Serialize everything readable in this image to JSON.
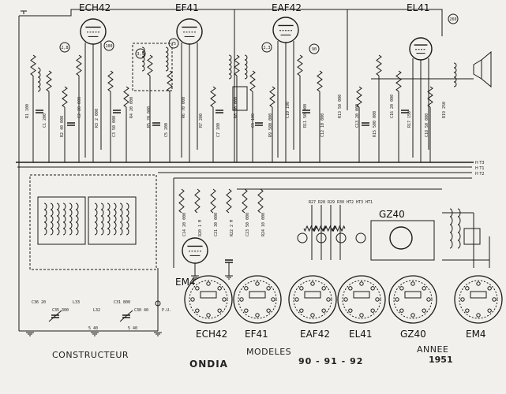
{
  "tubes_top": [
    "ECH42",
    "EF41",
    "EAF42",
    "EL41"
  ],
  "tubes_mid": [
    "GZ40",
    "EM4"
  ],
  "sockets": [
    "ECH42",
    "EF41",
    "EAF42",
    "EL41",
    "GZ40",
    "EM4"
  ],
  "circle_labels": [
    "2,8",
    "100",
    "3,5",
    "75",
    "2,3",
    "90",
    "260"
  ],
  "rails": [
    "H T3",
    "H T1",
    "H T2"
  ],
  "pu_label": "P.U.",
  "components": {
    "top_left": [
      "R1 100",
      "C1 200",
      "R2 40 000",
      "C2 20 000",
      "R3 2 000",
      "C3 50 000",
      "R4 20 000"
    ],
    "top_mid": [
      "R5 20 000",
      "C5 200",
      "R6 70 000",
      "R7 200",
      "C7 100",
      "R8 50 000"
    ],
    "top_right": [
      "C9 100",
      "R9 500 000",
      "C10 100",
      "R11 50 000",
      "C12 10 000",
      "R13 50 000"
    ],
    "output": [
      "C13 20 000",
      "R15 500 000",
      "C16 20 000",
      "R17 150",
      "C18 50 000",
      "R19 250"
    ],
    "mid": [
      "C14 20 000",
      "R20 1 M",
      "C21 30 000",
      "R22 2 M",
      "C23 50 000",
      "R24 10 000"
    ],
    "power": [
      "R27",
      "R28",
      "R29",
      "R30",
      "HT2",
      "HT3",
      "HT1"
    ],
    "bottom_left": [
      "C36 20",
      "C35 300",
      "L33",
      "L32",
      "C31 800",
      "C30 40"
    ],
    "bottom_values": [
      "5 40",
      "5 40"
    ]
  },
  "footer": {
    "constructeur_label": "CONSTRUCTEUR",
    "constructeur_value": "ONDIA",
    "modeles_label": "MODELES",
    "modeles_value": "90 - 91 - 92",
    "annee_label": "ANNEE",
    "annee_value": "1951"
  }
}
